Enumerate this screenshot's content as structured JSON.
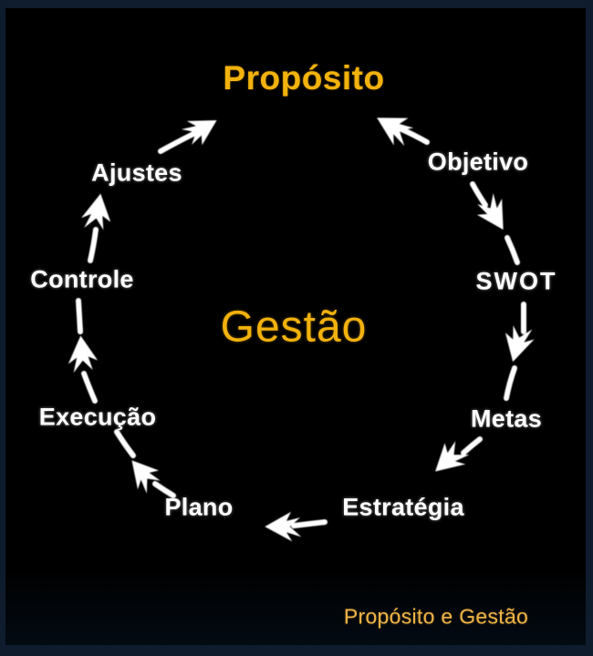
{
  "diagram": {
    "title": "Propósito",
    "center_label": "Gestão",
    "caption": "Propósito e Gestão",
    "colors": {
      "background": "#000000",
      "frame_border": "#0E1C2E",
      "gold_accent": "#F2B20D",
      "caption_gold": "#EFB345",
      "node_text": "#FFFFFF",
      "arrow": "#FFFFFF"
    },
    "nodes": [
      {
        "id": "objetivo",
        "label": "Objetivo"
      },
      {
        "id": "swot",
        "label": "SWOT"
      },
      {
        "id": "metas",
        "label": "Metas"
      },
      {
        "id": "estrategia",
        "label": "Estratégia"
      },
      {
        "id": "plano",
        "label": "Plano"
      },
      {
        "id": "execucao",
        "label": "Execução"
      },
      {
        "id": "controle",
        "label": "Controle"
      },
      {
        "id": "ajustes",
        "label": "Ajustes"
      }
    ],
    "cycle_order": [
      "Propósito",
      "Objetivo",
      "SWOT",
      "Metas",
      "Estratégia",
      "Plano",
      "Execução",
      "Controle",
      "Ajustes"
    ]
  }
}
